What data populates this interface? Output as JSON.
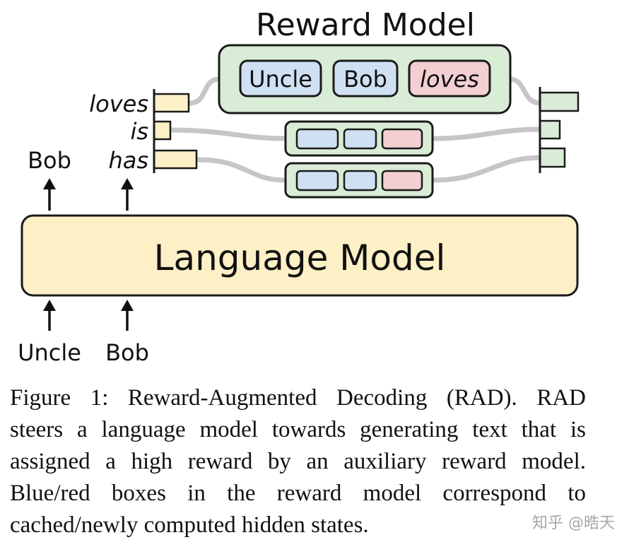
{
  "reward_model": {
    "title": "Reward Model",
    "tokens": [
      "Uncle",
      "Bob",
      "loves"
    ]
  },
  "candidates": [
    "loves",
    "is",
    "has"
  ],
  "outputs": [
    "Bob"
  ],
  "language_model": {
    "label": "Language Model"
  },
  "inputs": [
    "Uncle",
    "Bob"
  ],
  "caption": {
    "lines": [
      "Figure 1: Reward-Augmented Decoding (RAD). RAD",
      "steers a language model towards generating text that is",
      "assigned a high reward by an auxiliary reward model.",
      "Blue/red boxes in the reward model correspond to",
      "cached/newly computed hidden states."
    ]
  },
  "watermark": "知乎 @晧天",
  "colors": {
    "reward_fill": "#d9ecd6",
    "lm_fill": "#fdf0c6",
    "cached_state": "#cfe0f3",
    "new_state": "#f3cfd2",
    "connector": "#c6c6c6",
    "outline": "#1a1a1a"
  }
}
